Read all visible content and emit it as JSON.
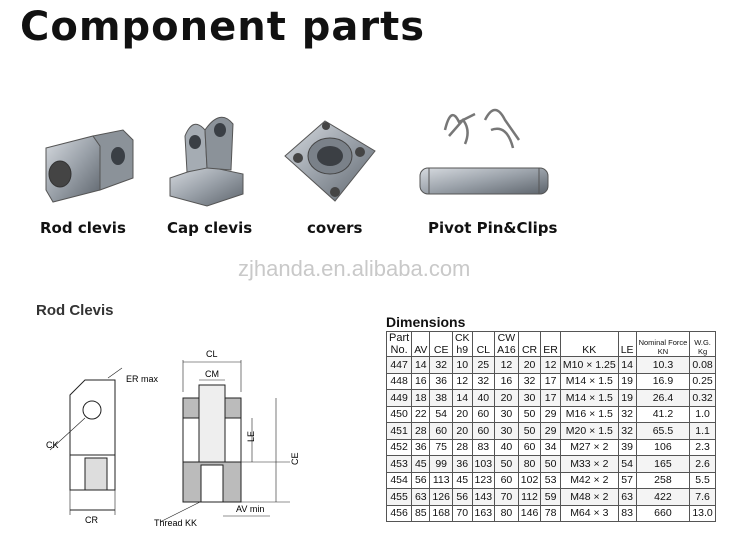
{
  "title": "Component parts",
  "parts": [
    {
      "label": "Rod clevis",
      "icon": "rod-clevis-photo"
    },
    {
      "label": "Cap clevis",
      "icon": "cap-clevis-photo"
    },
    {
      "label": "covers",
      "icon": "cover-photo"
    },
    {
      "label": "Pivot Pin&Clips",
      "icon": "pivot-pin-photo"
    }
  ],
  "watermark": "zjhanda.en.alibaba.com",
  "drawing": {
    "heading": "Rod Clevis",
    "labels": {
      "er": "ER max",
      "ck": "CK",
      "cr": "CR",
      "cl": "CL",
      "cm": "CM",
      "le": "LE",
      "ce": "CE",
      "av": "AV min",
      "kk": "Thread KK"
    }
  },
  "dimensions": {
    "heading": "Dimensions",
    "columns": [
      {
        "line1": "Part",
        "line2": "No."
      },
      {
        "line1": "",
        "line2": "AV"
      },
      {
        "line1": "",
        "line2": "CE"
      },
      {
        "line1": "CK",
        "line2": "h9"
      },
      {
        "line1": "",
        "line2": "CL"
      },
      {
        "line1": "CW",
        "line2": "A16"
      },
      {
        "line1": "",
        "line2": "CR"
      },
      {
        "line1": "",
        "line2": "ER"
      },
      {
        "line1": "",
        "line2": "KK"
      },
      {
        "line1": "",
        "line2": "LE"
      },
      {
        "line1": "Nominal Force",
        "line2": "KN"
      },
      {
        "line1": "W.G.",
        "line2": "Kg"
      }
    ],
    "rows": [
      [
        "447",
        "14",
        "32",
        "10",
        "25",
        "12",
        "20",
        "12",
        "M10 × 1.25",
        "14",
        "10.3",
        "0.08"
      ],
      [
        "448",
        "16",
        "36",
        "12",
        "32",
        "16",
        "32",
        "17",
        "M14 × 1.5",
        "19",
        "16.9",
        "0.25"
      ],
      [
        "449",
        "18",
        "38",
        "14",
        "40",
        "20",
        "30",
        "17",
        "M14 × 1.5",
        "19",
        "26.4",
        "0.32"
      ],
      [
        "450",
        "22",
        "54",
        "20",
        "60",
        "30",
        "50",
        "29",
        "M16 × 1.5",
        "32",
        "41.2",
        "1.0"
      ],
      [
        "451",
        "28",
        "60",
        "20",
        "60",
        "30",
        "50",
        "29",
        "M20 × 1.5",
        "32",
        "65.5",
        "1.1"
      ],
      [
        "452",
        "36",
        "75",
        "28",
        "83",
        "40",
        "60",
        "34",
        "M27 × 2",
        "39",
        "106",
        "2.3"
      ],
      [
        "453",
        "45",
        "99",
        "36",
        "103",
        "50",
        "80",
        "50",
        "M33 × 2",
        "54",
        "165",
        "2.6"
      ],
      [
        "454",
        "56",
        "113",
        "45",
        "123",
        "60",
        "102",
        "53",
        "M42 × 2",
        "57",
        "258",
        "5.5"
      ],
      [
        "455",
        "63",
        "126",
        "56",
        "143",
        "70",
        "112",
        "59",
        "M48 × 2",
        "63",
        "422",
        "7.6"
      ],
      [
        "456",
        "85",
        "168",
        "70",
        "163",
        "80",
        "146",
        "78",
        "M64 × 3",
        "83",
        "660",
        "13.0"
      ]
    ]
  }
}
